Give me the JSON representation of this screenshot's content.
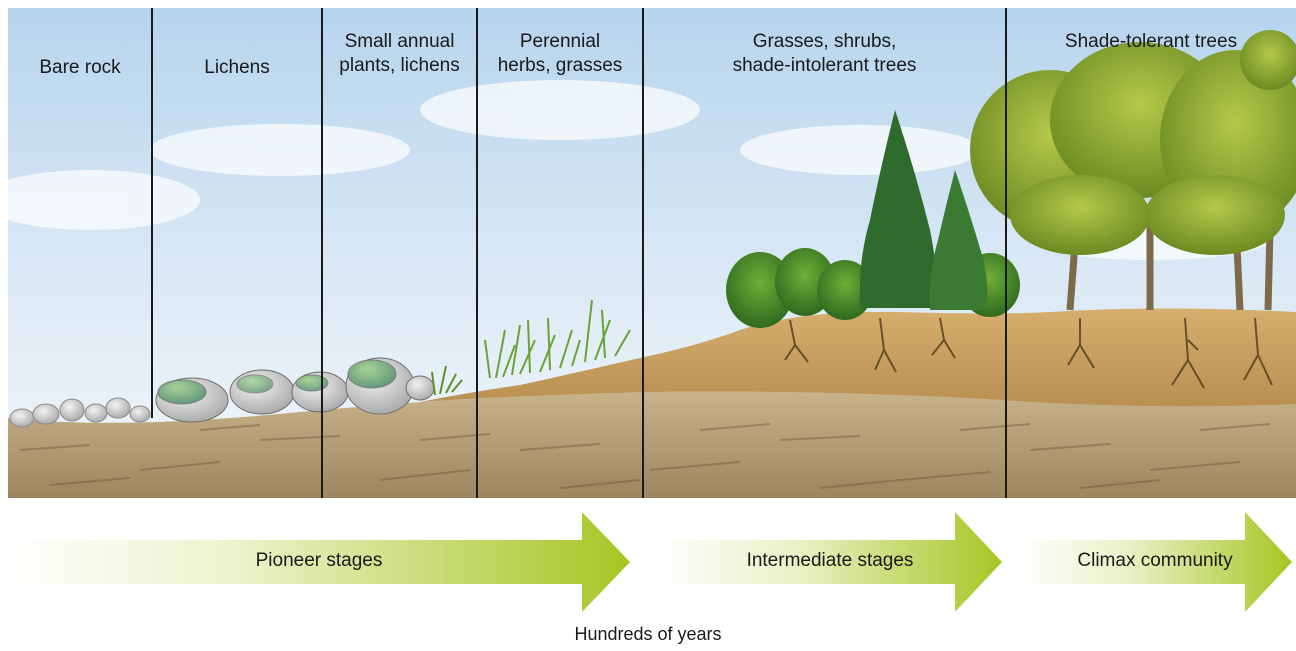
{
  "stages": [
    {
      "label": "Bare rock"
    },
    {
      "label": "Lichens"
    },
    {
      "label": "Small annual\nplants, lichens"
    },
    {
      "label": "Perennial\nherbs, grasses"
    },
    {
      "label": "Grasses, shrubs,\nshade-intolerant trees"
    },
    {
      "label": "Shade-tolerant trees"
    }
  ],
  "arrows": [
    {
      "label": "Pioneer stages"
    },
    {
      "label": "Intermediate stages"
    },
    {
      "label": "Climax community"
    }
  ],
  "footer": {
    "label": "Hundreds of years"
  },
  "colors": {
    "sky_top": "#b9d6ee",
    "sky_bottom": "#f4f8fb",
    "bedrock": "#b69e73",
    "soil": "#c8a062",
    "arrow_green": "#a9c826",
    "divider": "#1a1a1a",
    "foliage": "#6f9a2a",
    "conifer": "#2f6b2c"
  }
}
